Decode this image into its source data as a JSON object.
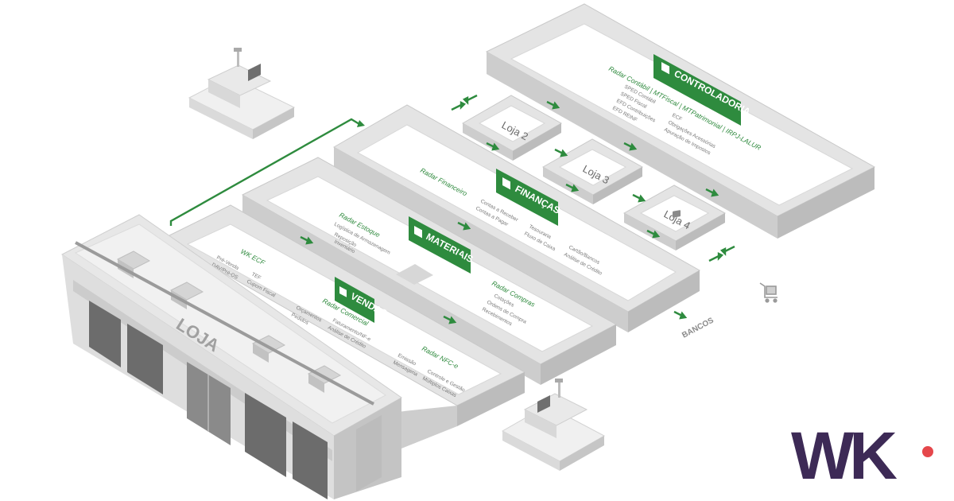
{
  "sections": {
    "controladoria": {
      "banner": "CONTROLADORIA",
      "radar": "Radar Contábil | MTFiscal | MTPatrimonial | IRPJ-LALUR",
      "items_left": [
        "SPED Contábil",
        "SPED Fiscal",
        "EFD Contribuições",
        "EFD REINF"
      ],
      "items_right": [
        "ECF",
        "Obrigações Acessórias",
        "Apuração de Impostos"
      ]
    },
    "financas": {
      "banner": "FINANÇAS",
      "radar": "Radar Financeiro",
      "items": [
        "Contas a Receber",
        "Contas a Pagar",
        "Tesouraria",
        "Fluxo de Caixa",
        "Cartão/Bancos",
        "Análise de Crédito"
      ]
    },
    "materiais": {
      "banner": "MATERIAIS",
      "radar_estoque": "Radar Estoque",
      "items_estoque": [
        "Logística de Armazenagem",
        "Reposição",
        "Inventário"
      ],
      "radar_compras": "Radar Compras",
      "items_compras": [
        "Cotações",
        "Ordens de Compra",
        "Recebimentos"
      ]
    },
    "vendas": {
      "banner": "VENDAS",
      "ecf": "WK ECF",
      "items_ecf": [
        "Pré-Venda",
        "DAV/Pré-OS",
        "TEF",
        "Cupom Fiscal"
      ],
      "radar_comercial": "Radar Comercial",
      "items_comercial": [
        "Orçamentos",
        "Pedidos",
        "Faturamento/NF-e",
        "Análise de Crédito"
      ],
      "radar_nfce": "Radar NFC-e",
      "items_nfce": [
        "Emissão",
        "Mensageria",
        "Controle e Gestão",
        "Múltiplos Caixas"
      ]
    }
  },
  "stores": [
    "Loja 2",
    "Loja 3",
    "Loja 4"
  ],
  "main_store": "LOJA",
  "bancos": "BANCOS",
  "brand": {
    "name": "WK",
    "color": "#3d2a56",
    "dot_color": "#e5474b"
  },
  "colors": {
    "green": "#2e8b3e",
    "wall_top": "#ececec",
    "wall_side": "#cfcfcf",
    "wall_dark": "#b9b9b9"
  }
}
